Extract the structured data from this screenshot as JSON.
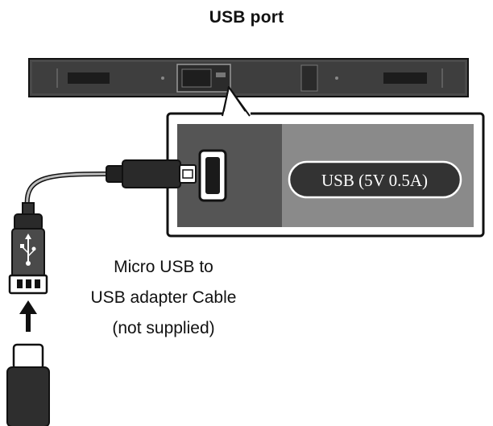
{
  "diagram": {
    "title": "USB port",
    "port_label": "USB (5V 0.5A)",
    "caption_lines": [
      "Micro USB to",
      "USB adapter Cable",
      "(not supplied)"
    ]
  },
  "colors": {
    "bar": "#444444",
    "panel_dark": "#555555",
    "panel_light": "#8a8a8a",
    "label_bg": "#3a3a3a",
    "outline": "#111111"
  }
}
